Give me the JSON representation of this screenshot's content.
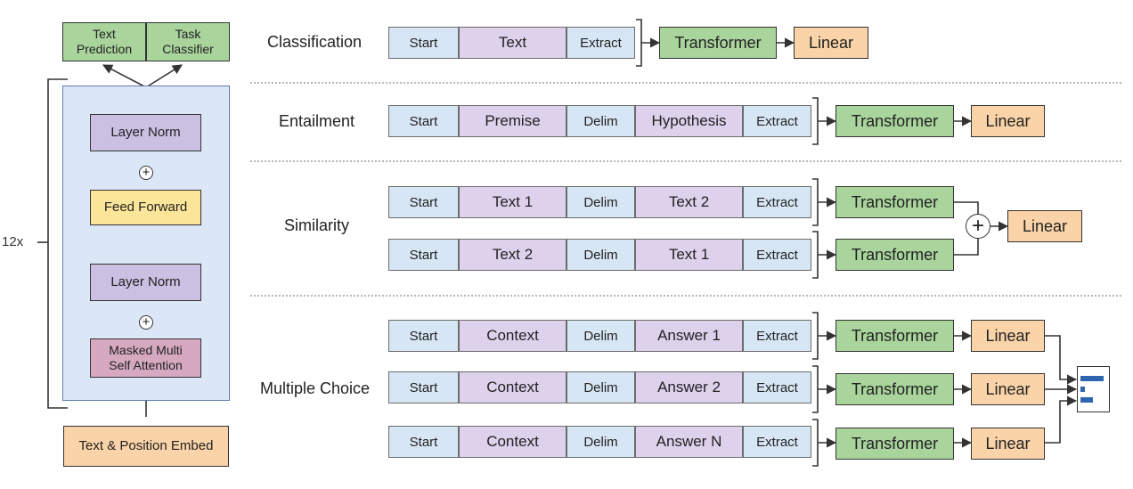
{
  "left": {
    "repeat_label": "12x",
    "heads": [
      "Text\nPrediction",
      "Task\nClassifier"
    ],
    "layer_norm_top": "Layer Norm",
    "feed_forward": "Feed Forward",
    "layer_norm_bottom": "Layer Norm",
    "attention": "Masked Multi\nSelf Attention",
    "embed": "Text & Position Embed",
    "plus_symbol": "+"
  },
  "tasks": {
    "classification": {
      "label": "Classification",
      "segments": [
        "Start",
        "Text",
        "Extract"
      ],
      "transformer": "Transformer",
      "linear": "Linear"
    },
    "entailment": {
      "label": "Entailment",
      "segments": [
        "Start",
        "Premise",
        "Delim",
        "Hypothesis",
        "Extract"
      ],
      "transformer": "Transformer",
      "linear": "Linear"
    },
    "similarity": {
      "label": "Similarity",
      "row1": [
        "Start",
        "Text 1",
        "Delim",
        "Text 2",
        "Extract"
      ],
      "row2": [
        "Start",
        "Text 2",
        "Delim",
        "Text 1",
        "Extract"
      ],
      "transformer": "Transformer",
      "linear": "Linear",
      "plus_symbol": "+"
    },
    "multiple_choice": {
      "label": "Multiple Choice",
      "rows": [
        [
          "Start",
          "Context",
          "Delim",
          "Answer 1",
          "Extract"
        ],
        [
          "Start",
          "Context",
          "Delim",
          "Answer 2",
          "Extract"
        ],
        [
          "Start",
          "Context",
          "Delim",
          "Answer N",
          "Extract"
        ]
      ],
      "transformer": "Transformer",
      "linear": "Linear"
    }
  },
  "colors": {
    "start_extract_delim": "#d7e6f5",
    "text_content": "#ddd1ec",
    "transformer": "#a9d49c",
    "linear": "#fad3a8",
    "layer_norm": "#cbbfe2",
    "feed_forward": "#fbe598",
    "attention": "#d6a9c1",
    "embed": "#fad3a8",
    "block_background": "#dbe7f6"
  }
}
